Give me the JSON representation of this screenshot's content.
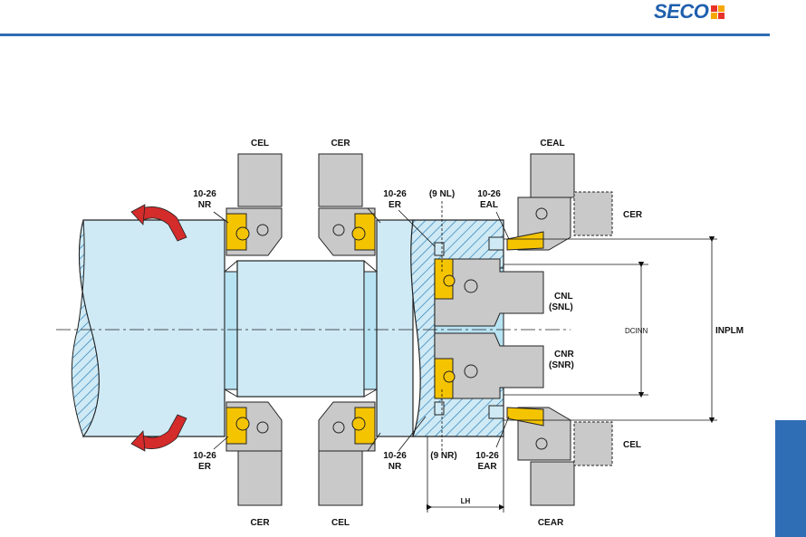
{
  "logo": {
    "text": "SECO",
    "square_colors": [
      "#e8332a",
      "#f7a800",
      "#f7a800",
      "#e8332a"
    ]
  },
  "colors": {
    "accent": "#2f6db5",
    "workpiece": "#cfeaf5",
    "workpiece_edge": "#a9d8ec",
    "bore": "#b8e3f2",
    "holder": "#c9c9c9",
    "insert": "#f5c400",
    "arrow": "#d42b2b",
    "hatch": "#2a7fb8"
  },
  "labels": {
    "top_cel": "CEL",
    "top_cer": "CER",
    "top_ceal": "CEAL",
    "top_right_cer": "CER",
    "nr_top_size": "10-26",
    "nr_top": "NR",
    "er_top_size": "10-26",
    "er_top": "ER",
    "nl_9": "(9 NL)",
    "eal_size": "10-26",
    "eal": "EAL",
    "cnl": "CNL",
    "snl": "(SNL)",
    "cnr": "CNR",
    "snr": "(SNR)",
    "dcinn": "DCINN",
    "inplm": "INPLM",
    "bottom_right_cel": "CEL",
    "er_bottom_size": "10-26",
    "er_bottom": "ER",
    "nr_bottom_size": "10-26",
    "nr_bottom": "NR",
    "nr_9": "(9 NR)",
    "ear_size": "10-26",
    "ear": "EAR",
    "lh": "LH",
    "bottom_cer": "CER",
    "bottom_cel": "CEL",
    "bottom_cear": "CEAR"
  }
}
